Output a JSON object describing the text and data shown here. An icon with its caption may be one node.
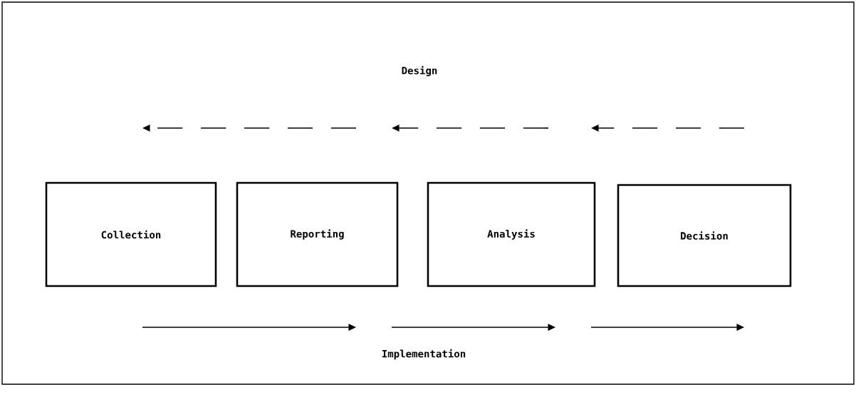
{
  "diagram": {
    "nodes": [
      {
        "text": [
          "Collection"
        ]
      },
      {
        "text": [
          "Reporting"
        ]
      },
      {
        "text": [
          "Analysis"
        ]
      },
      {
        "text": [
          "Decision"
        ]
      }
    ],
    "labels": [
      "Design",
      "Implementation"
    ]
  }
}
